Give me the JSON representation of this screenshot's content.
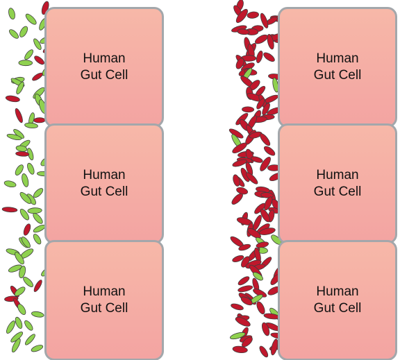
{
  "colors": {
    "cell_fill_top": "#f7b8a8",
    "cell_fill_bottom": "#f3a4a2",
    "cell_border": "#a3a7ab",
    "bacteria_green": "#8fd14f",
    "bacteria_red": "#c0182c",
    "bacteria_outline": "#3e3e3e"
  },
  "panels": [
    {
      "cells": [
        {
          "label": "Human\nGut Cell"
        },
        {
          "label": "Human\nGut Cell"
        },
        {
          "label": "Human\nGut Cell"
        }
      ],
      "bacteria_composition": {
        "green_share": 0.82,
        "red_share": 0.18
      }
    },
    {
      "cells": [
        {
          "label": "Human\nGut Cell"
        },
        {
          "label": "Human\nGut Cell"
        },
        {
          "label": "Human\nGut Cell"
        }
      ],
      "bacteria_composition": {
        "green_share": 0.08,
        "red_share": 0.92
      }
    }
  ]
}
